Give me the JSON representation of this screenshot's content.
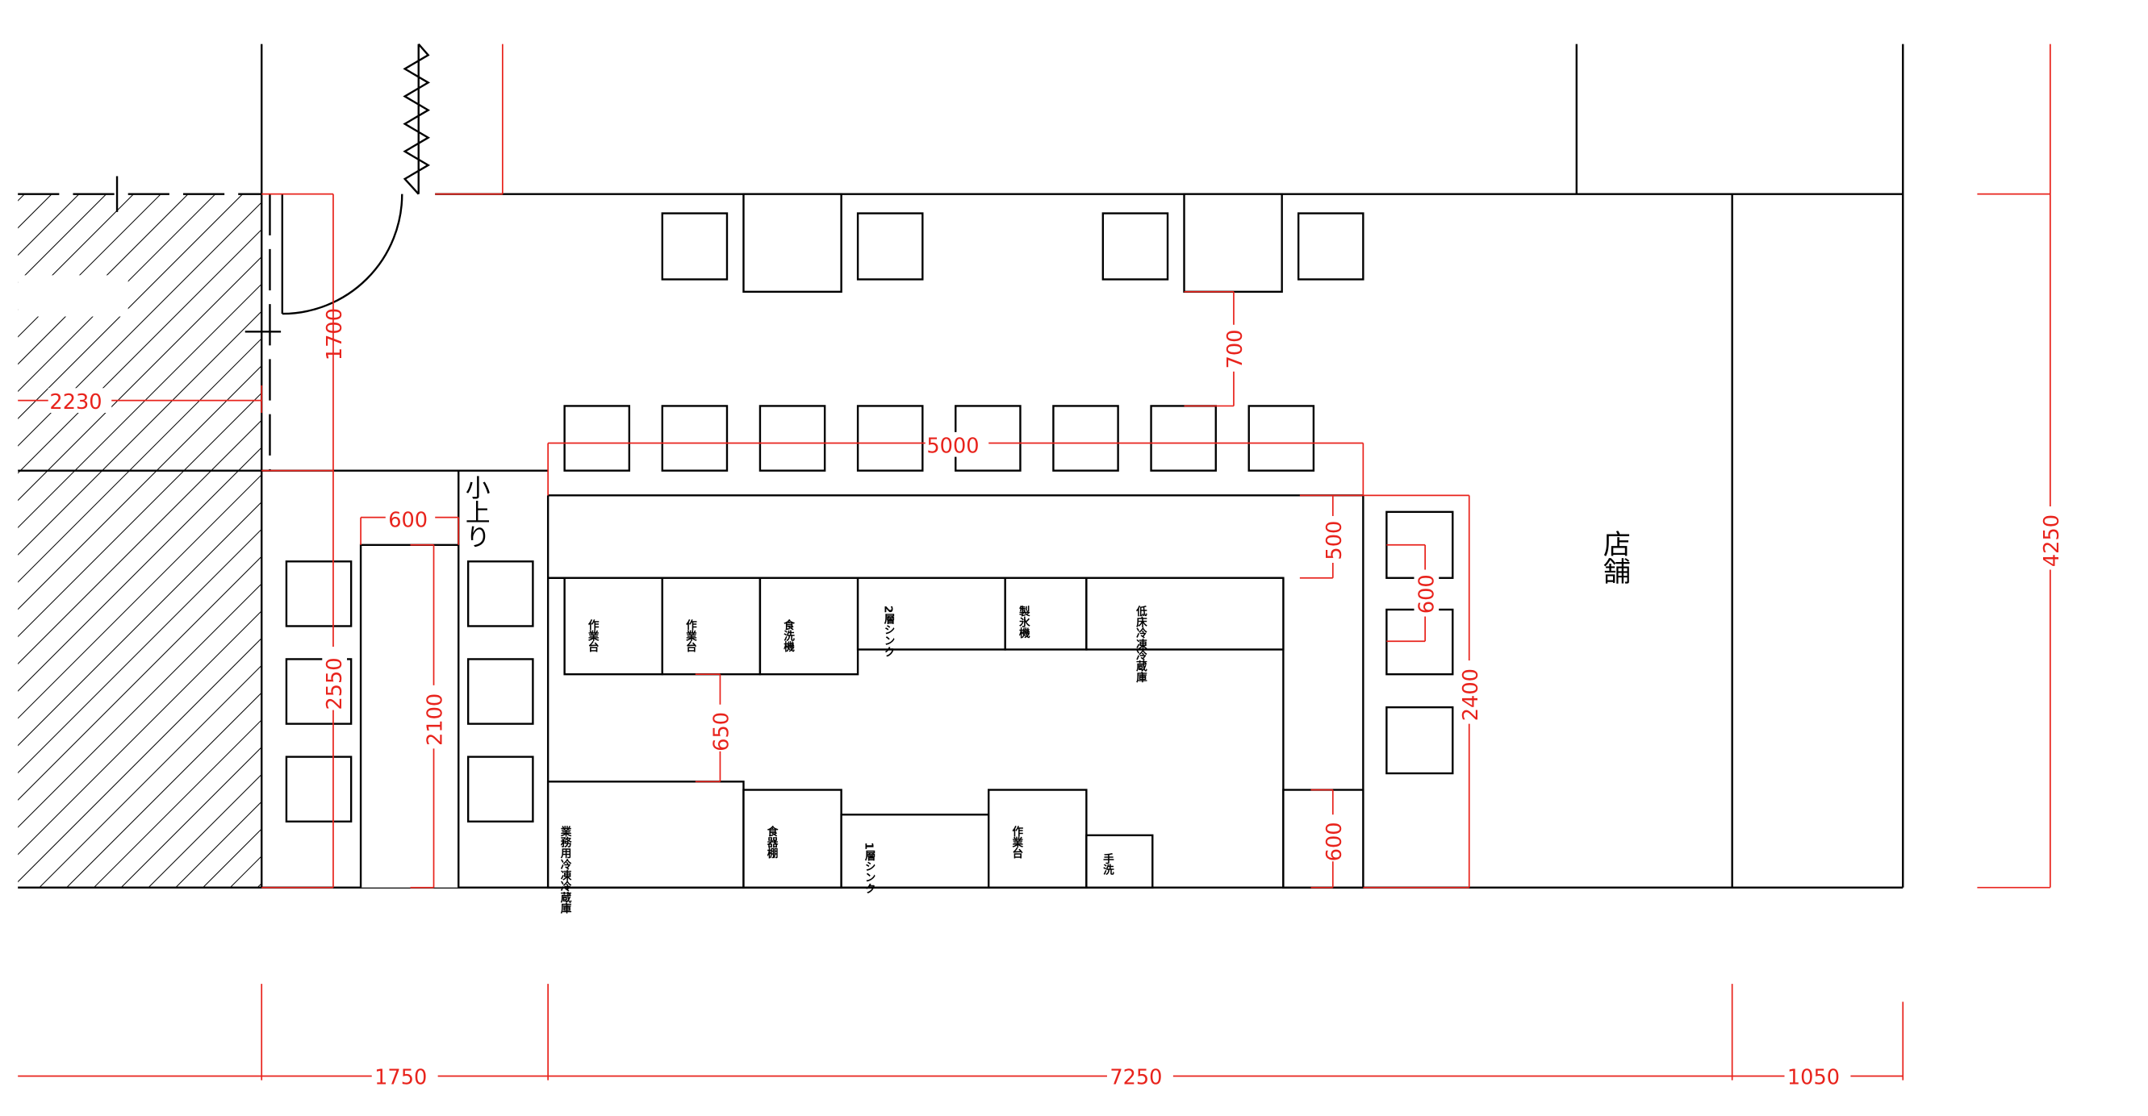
{
  "rooms": {
    "store": "店舗",
    "raised_area": "小上り"
  },
  "equipment_top": [
    "作業台",
    "作業台",
    "食洗機",
    "2層シンク",
    "製氷機",
    "低床冷凍冷蔵庫"
  ],
  "equipment_bottom": [
    "業務用冷凍冷蔵庫",
    "食器棚",
    "1層シンク",
    "作業台",
    "手洗"
  ],
  "dimensions": {
    "d1700": "1700",
    "d2230": "2230",
    "d5000": "5000",
    "d700": "700",
    "d500": "500",
    "d600_right": "600",
    "d2400": "2400",
    "d4250": "4250",
    "d2550": "2550",
    "d2100": "2100",
    "d600_table": "600",
    "d650": "650",
    "d600_bottom": "600",
    "d1750": "1750",
    "d7250": "7250",
    "d1050": "1050"
  },
  "colors": {
    "dimension": "#e8231c",
    "wall": "#000000"
  }
}
